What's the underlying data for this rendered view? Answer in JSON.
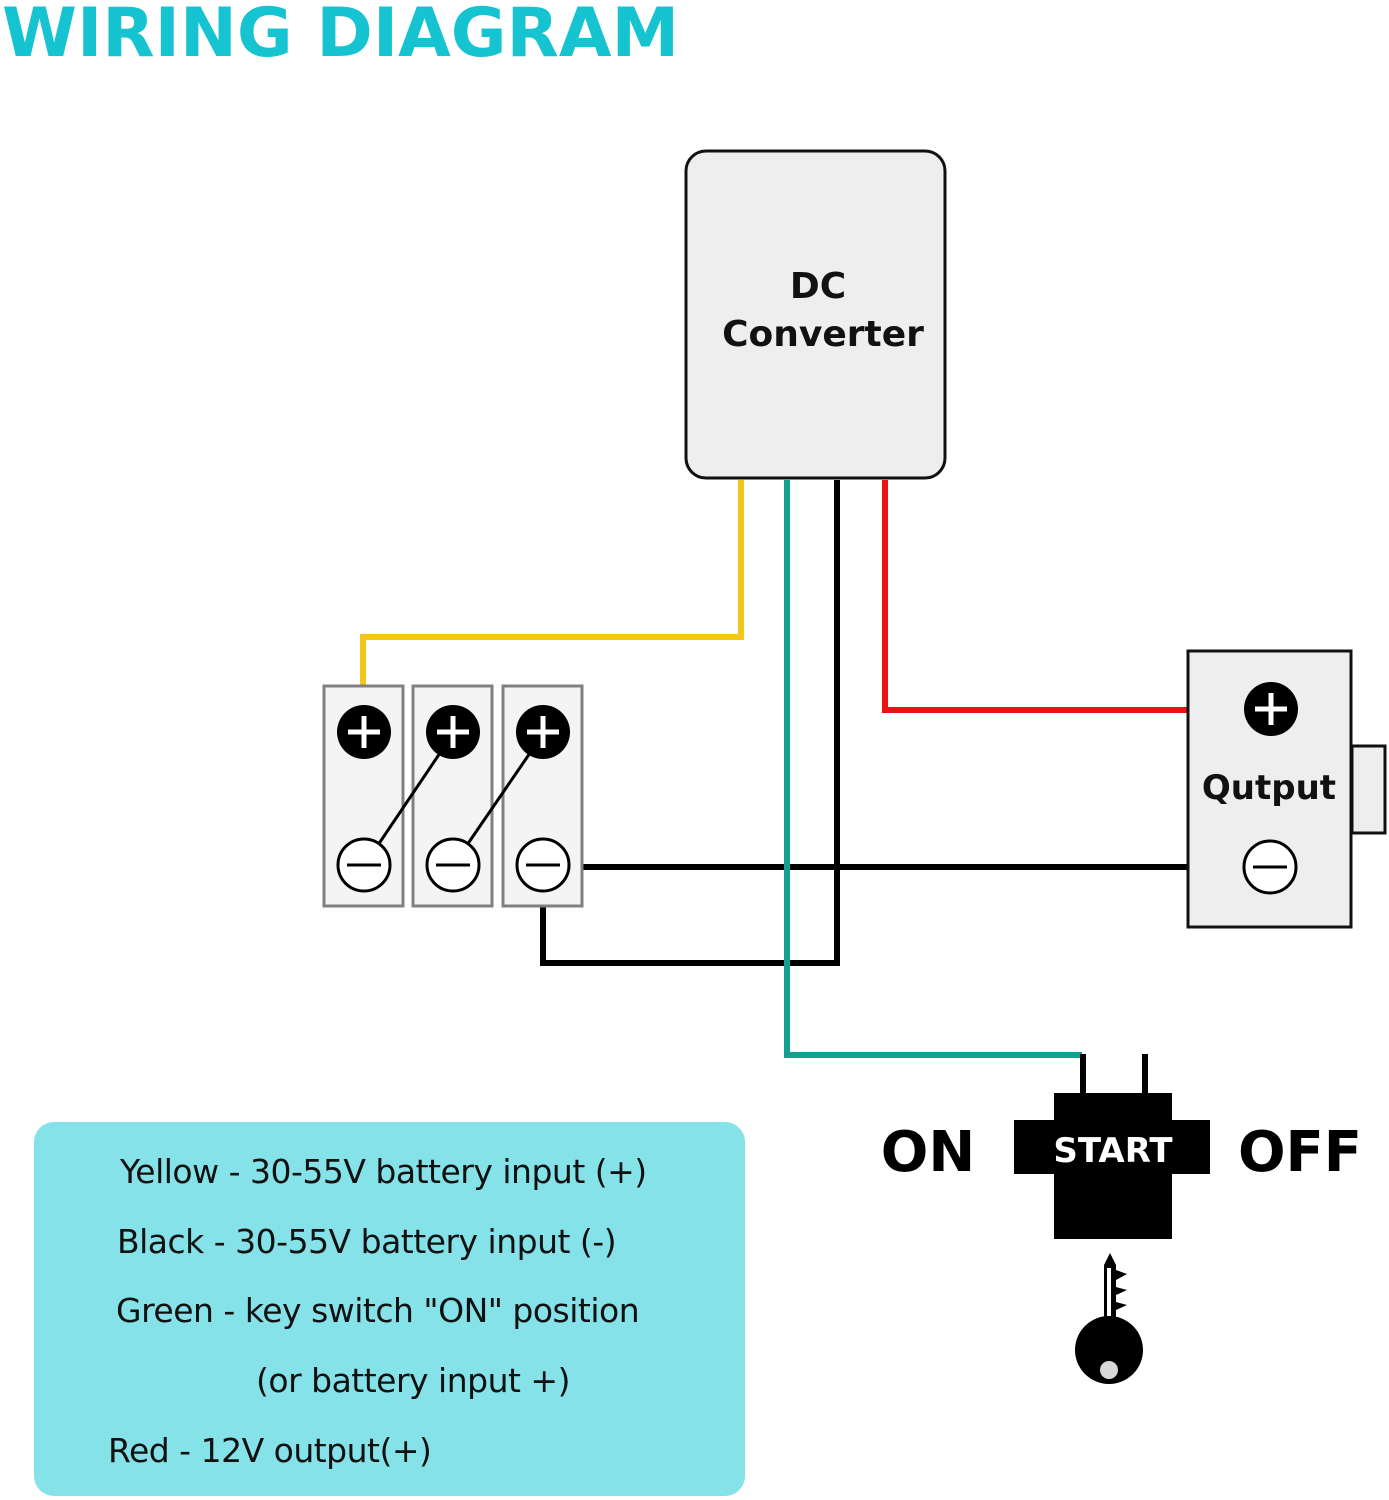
{
  "title": "WIRING DIAGRAM",
  "colors": {
    "title": "#16c3d0",
    "yellow_wire": "#f5c518",
    "green_wire": "#14a090",
    "black_wire": "#000000",
    "red_wire": "#ee1111",
    "legend_bg": "#84e2e8",
    "box_fill": "#eeeeee"
  },
  "converter": {
    "line1": "DC",
    "line2": "Converter"
  },
  "batteries": {
    "count": 3,
    "positive_symbol": "+",
    "negative_symbol": "−"
  },
  "output": {
    "label": "Qutput",
    "positive_symbol": "+",
    "negative_symbol": "−"
  },
  "switch": {
    "on_label": "ON",
    "center_label": "START",
    "off_label": "OFF",
    "key_icon": "key-icon"
  },
  "legend": {
    "lines": [
      "Yellow - 30-55V battery input (+)",
      "Black - 30-55V battery input (-)",
      "Green - key switch \"ON\" position",
      "(or battery input +)",
      "Red - 12V output(+)"
    ]
  }
}
